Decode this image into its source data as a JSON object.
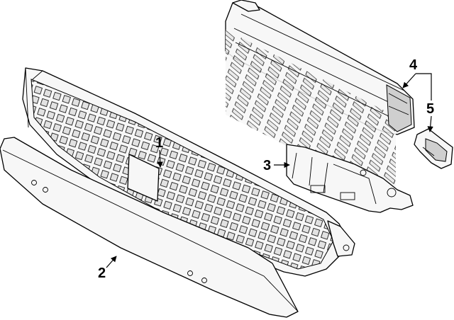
{
  "callouts": {
    "c1": "1",
    "c2": "2",
    "c3": "3",
    "c4": "4",
    "c5": "5"
  },
  "colors": {
    "line": "#000000",
    "fill": "#f7f7f7",
    "shade": "#cfcfcf",
    "background": "#ffffff"
  }
}
